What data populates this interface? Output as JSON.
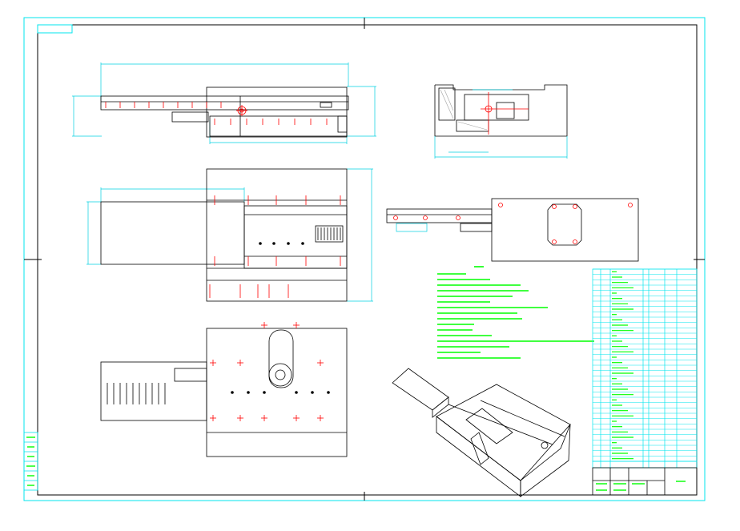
{
  "colors": {
    "frame": "#00e5ee",
    "outline": "#000000",
    "centerline": "#ff0000",
    "notes": "#00ff00",
    "hatch": "#8f8f8f",
    "dimension": "#00c8d8"
  },
  "sheet": {
    "title_block_label": "",
    "notes_heading": "",
    "notes_lines": []
  },
  "views": [
    {
      "id": "top-view",
      "kind": "plan"
    },
    {
      "id": "end-view",
      "kind": "elevation"
    },
    {
      "id": "front-view",
      "kind": "elevation"
    },
    {
      "id": "side-view",
      "kind": "elevation"
    },
    {
      "id": "bottom-view",
      "kind": "plan"
    },
    {
      "id": "isometric-view",
      "kind": "isometric"
    }
  ]
}
